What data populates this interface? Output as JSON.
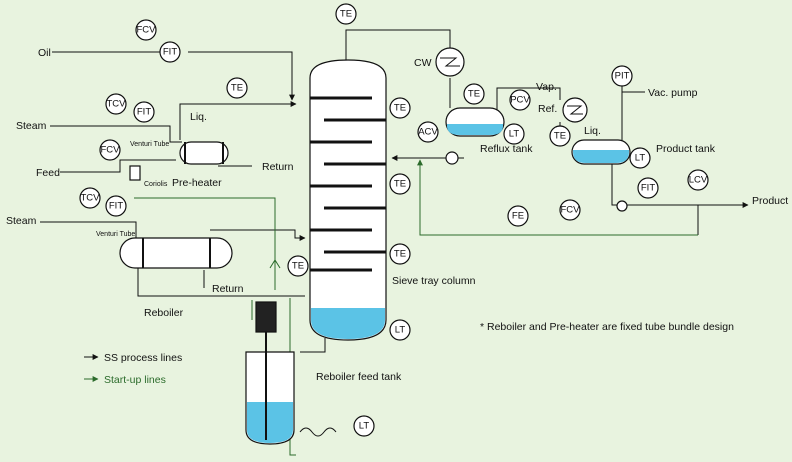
{
  "labels": {
    "oil": "Oil",
    "steam_top": "Steam",
    "steam_bottom": "Steam",
    "feed": "Feed",
    "venturi_tube_top": "Venturi Tube",
    "venturi_tube_bottom": "Venturi Tube",
    "coriolis": "Coriolis",
    "pre_heater": "Pre-heater",
    "return_top": "Return",
    "return_bottom": "Return",
    "liq_top": "Liq.",
    "liq_right": "Liq.",
    "reboiler": "Reboiler",
    "cw": "CW",
    "vap": "Vap.",
    "ref": "Ref.",
    "reflux_tank": "Reflux tank",
    "product_tank": "Product tank",
    "vac_pump": "Vac. pump",
    "product": "Product",
    "sieve_tray_column": "Sieve tray column",
    "reboiler_feed_tank": "Reboiler feed tank",
    "note": "* Reboiler and Pre-heater are fixed tube bundle design"
  },
  "legend": {
    "ss_lines": "SS process lines",
    "startup_lines": "Start-up lines"
  },
  "instruments": {
    "fcv_oil": "FCV",
    "fit_oil": "FIT",
    "te_column_top": "TE",
    "tcv_steam_top": "TCV",
    "fit_steam_top": "FIT",
    "te_preheater": "TE",
    "fcv_feed": "FCV",
    "tcv_steam_bottom": "TCV",
    "fit_steam_bottom": "FIT",
    "te_reflux": "TE",
    "pcv_reflux": "PCV",
    "acv_reflux": "ACV",
    "lt_reflux": "LT",
    "pit_product": "PIT",
    "te_product": "TE",
    "lt_product": "LT",
    "fit_product": "FIT",
    "lcv_product": "LCV",
    "te_column_1": "TE",
    "te_column_2": "TE",
    "te_column_3": "TE",
    "te_reboiler": "TE",
    "fe_reflux": "FE",
    "fcv_reflux": "FCV",
    "lt_column": "LT",
    "lt_feed_tank": "LT"
  },
  "colors": {
    "background": "#e8f3df",
    "liquid": "#5bc3e6",
    "process_line": "#111111",
    "startup_line": "#2b6b2b"
  }
}
